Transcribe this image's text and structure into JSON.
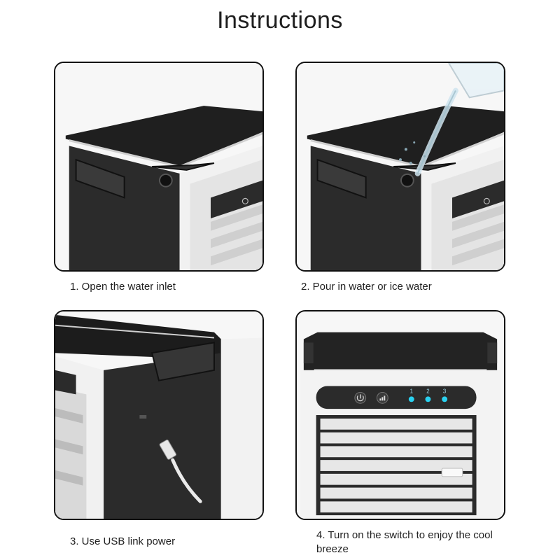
{
  "title": "Instructions",
  "steps": [
    {
      "caption": "1. Open the water inlet"
    },
    {
      "caption": "2. Pour in water or ice water"
    },
    {
      "caption": "3. Use USB link power"
    },
    {
      "caption": "4. Turn on the switch to enjoy the cool breeze"
    }
  ],
  "panel4": {
    "indicators": [
      "1",
      "2",
      "3"
    ]
  },
  "colors": {
    "device_body": "#2b2b2b",
    "device_frame": "#f2f2f2",
    "indicator_light": "#2ad1f0",
    "panel_border": "#111111"
  }
}
